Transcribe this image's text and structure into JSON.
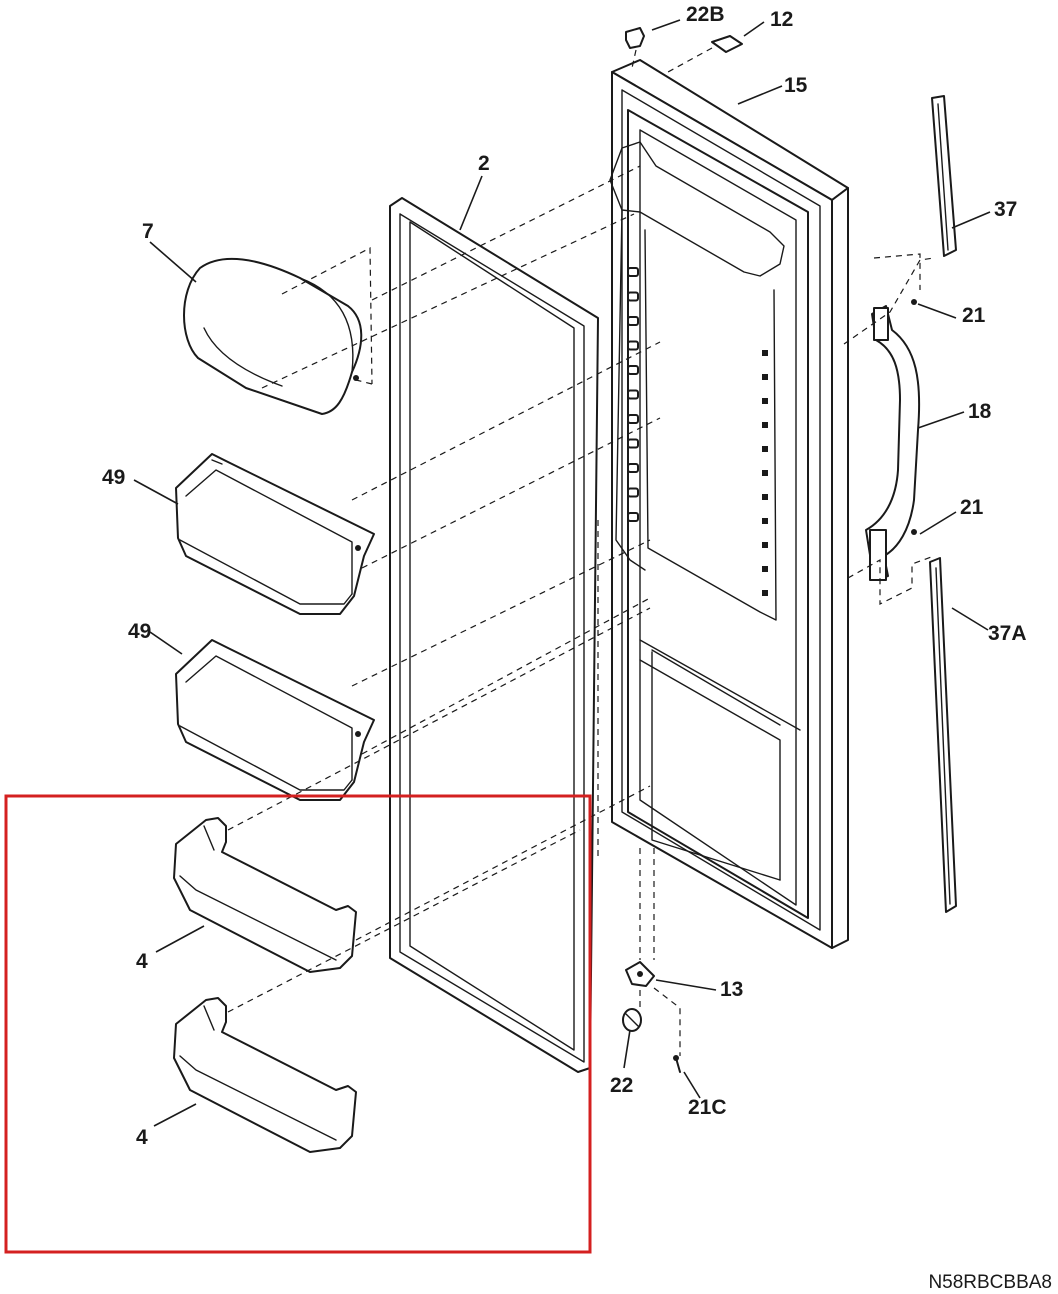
{
  "diagram": {
    "callouts": {
      "c_22b": "22B",
      "c_12": "12",
      "c_15": "15",
      "c_2": "2",
      "c_37": "37",
      "c_7": "7",
      "c_21_top": "21",
      "c_18": "18",
      "c_49_top": "49",
      "c_21_bottom": "21",
      "c_49_bottom": "49",
      "c_37a": "37A",
      "c_4_top": "4",
      "c_13": "13",
      "c_22": "22",
      "c_21c": "21C",
      "c_4_bottom": "4"
    },
    "diagram_code": "N58RBCBBA8",
    "highlight_color": "#d42020"
  }
}
